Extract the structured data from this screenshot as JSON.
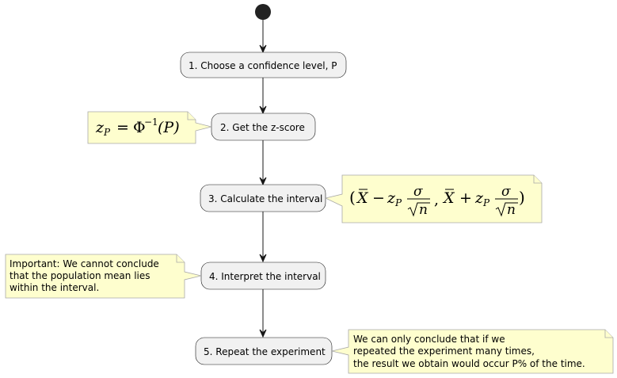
{
  "steps": [
    {
      "id": "choose",
      "label": "1. Choose a confidence level, P"
    },
    {
      "id": "zscore",
      "label": "2. Get the z-score"
    },
    {
      "id": "interval",
      "label": "3. Calculate the interval"
    },
    {
      "id": "interpret",
      "label": "4. Interpret the interval"
    },
    {
      "id": "repeat",
      "label": "5. Repeat the experiment"
    }
  ],
  "notes": {
    "zscore_formula": {
      "lhs_var": "z",
      "lhs_sub": "P",
      "eq": "=",
      "phi": "Φ",
      "sup": "−1",
      "arg": "(P)"
    },
    "interval_formula": {
      "open": "(",
      "xbar": "X",
      "minus": "−",
      "z": "z",
      "sub": "P",
      "sigma": "σ",
      "n": "n",
      "comma": ",",
      "plus": "+",
      "close": ")"
    },
    "interpret": [
      "Important: We cannot conclude",
      "that the population mean lies",
      "within the interval."
    ],
    "repeat": [
      "We can only conclude that if we",
      "repeated the experiment many times,",
      "the result we obtain would occur P% of the time."
    ]
  },
  "colors": {
    "node_fill": "#f1f1f1",
    "note_fill": "#fefece",
    "start_node": "#222222",
    "line": "#181818"
  }
}
